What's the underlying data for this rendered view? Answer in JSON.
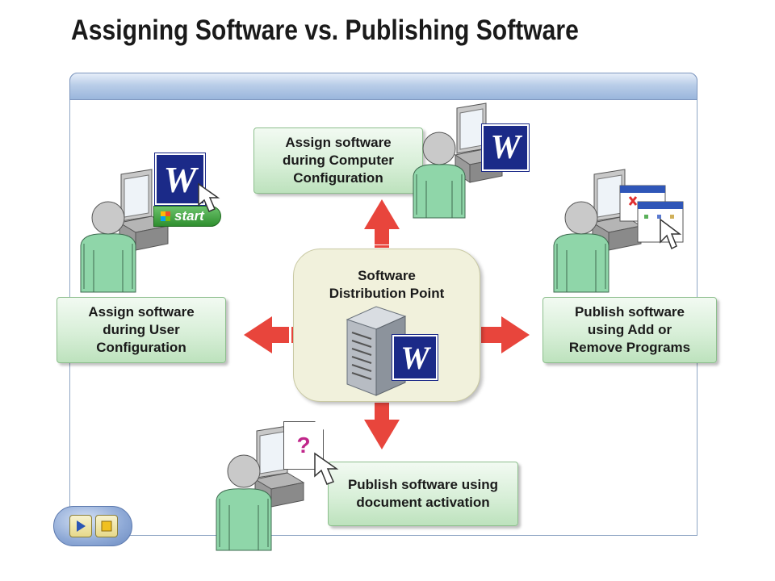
{
  "title": "Assigning Software vs. Publishing Software",
  "center": {
    "label_line1": "Software",
    "label_line2": "Distribution Point"
  },
  "boxes": {
    "top": [
      "Assign software",
      "during Computer",
      "Configuration"
    ],
    "left": [
      "Assign software",
      "during User",
      "Configuration"
    ],
    "right": [
      "Publish software",
      "using Add or",
      "Remove Programs"
    ],
    "bottom": [
      "Publish software using",
      "document activation"
    ]
  },
  "start_button": "start",
  "word_letter": "W",
  "document_mark": "?",
  "colors": {
    "arrow": "#e8453c",
    "box_green": "#d8efd8",
    "word_blue": "#1b2a88",
    "person": "#8fd6a9"
  },
  "icons": [
    "user-computer-icon",
    "word-document-icon",
    "server-icon",
    "cursor-arrow-icon",
    "windows-start-icon",
    "add-remove-programs-icon",
    "document-icon",
    "play-icon",
    "stop-icon"
  ]
}
